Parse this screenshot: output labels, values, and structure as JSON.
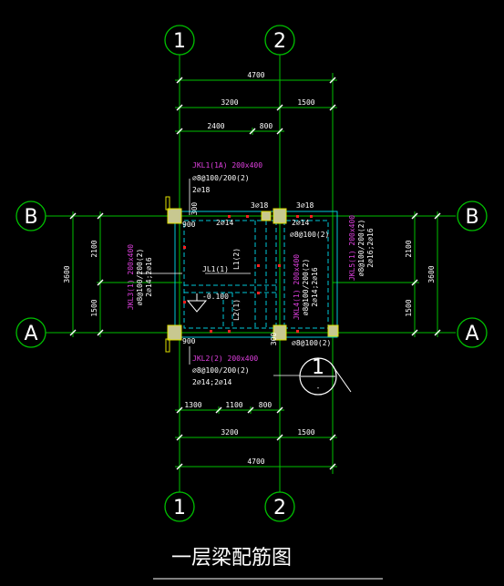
{
  "drawing": {
    "title": "一层梁配筋图",
    "grid_labels": {
      "col1": "1",
      "col2": "2",
      "rowA": "A",
      "rowB": "B"
    },
    "dims_top": {
      "overall": "4700",
      "seg1": "3200",
      "seg2": "1500",
      "sub1": "2400",
      "sub2": "800"
    },
    "dims_bottom": {
      "sub1": "1300",
      "sub2": "1100",
      "sub3": "800",
      "seg1": "3200",
      "seg2": "1500",
      "overall": "4700"
    },
    "dims_left": {
      "overall": "3600",
      "upper": "2100",
      "lower": "1500"
    },
    "dims_right": {
      "overall": "3600",
      "upper": "2100",
      "lower": "1500"
    },
    "beams": {
      "jkl1_name": "JKL1(1A) 200x400",
      "jkl1_bot": "2⌀18",
      "jkl2_name": "JKL2(2) 200x400",
      "jkl2_stir": "⌀8@100/200(2)",
      "jkl2_bars": "2⌀14;2⌀14",
      "jkl3_name": "JKL3(1) 200x400",
      "jkl3_stir": "⌀8@100/200(2)",
      "jkl3_bars": "2⌀14;2⌀16",
      "jkl4_name": "JKL4(1) 200x400",
      "jkl4_stir": "⌀8@100/200(2)",
      "jkl4_bars": "2⌀14;2⌀16",
      "jkl5_name": "JKL5(1) 200x400",
      "jkl5_stir": "⌀8@100/200(2)",
      "jkl5_bars": "2⌀16;2⌀16",
      "l1": "JL1(1)",
      "l2": "L1(2)",
      "l3": "L2(1)"
    },
    "notes": {
      "top_a": "3⌀18",
      "top_b": "3⌀18",
      "seg_a": "2⌀14",
      "seg_b": "2⌀14",
      "stir_b": "⌀8@100(2)",
      "stir_a": "⌀8@100(2)",
      "d900_top": "900",
      "d900_bot": "900",
      "d300_top": "300",
      "d300_bot": "300",
      "elev": "-0.100"
    },
    "section_mark": {
      "num": "1",
      "sub": "-"
    }
  }
}
